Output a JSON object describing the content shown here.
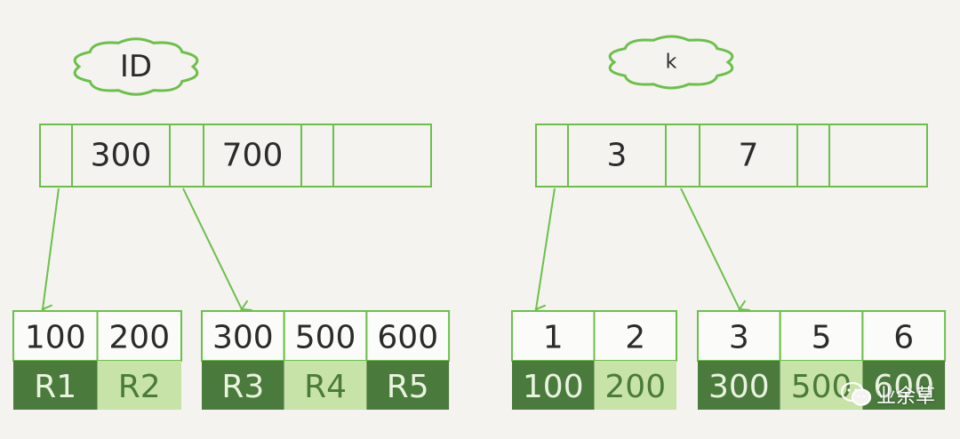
{
  "colors": {
    "outline": "#6cc04a",
    "dark_green": "#4a7a3c",
    "light_green": "#c8e3a8",
    "text_on_dark": "#e9f3df",
    "text_on_light": "#4a7a3c",
    "background": "#f4f3f0"
  },
  "trees": [
    {
      "id": "id-tree",
      "cloud_label": "ID",
      "root_keys": [
        "300",
        "700"
      ],
      "leaves": [
        {
          "keys": [
            "100",
            "200"
          ],
          "values": [
            "R1",
            "R2"
          ]
        },
        {
          "keys": [
            "300",
            "500",
            "600"
          ],
          "values": [
            "R3",
            "R4",
            "R5"
          ]
        }
      ]
    },
    {
      "id": "k-tree",
      "cloud_label": "k",
      "root_keys": [
        "3",
        "7"
      ],
      "leaves": [
        {
          "keys": [
            "1",
            "2"
          ],
          "values": [
            "100",
            "200"
          ]
        },
        {
          "keys": [
            "3",
            "5",
            "6"
          ],
          "values": [
            "300",
            "500",
            "600"
          ]
        }
      ]
    }
  ],
  "watermark": {
    "text": "业余草",
    "icon": "wechat-icon"
  }
}
